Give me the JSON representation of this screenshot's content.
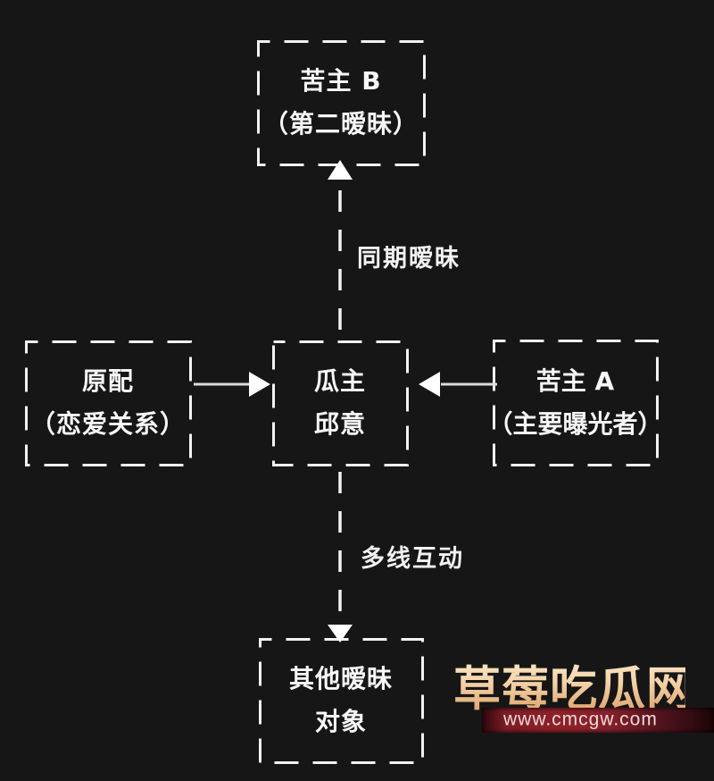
{
  "canvas": {
    "background": "#161616",
    "stroke_color": "#f2f2f2",
    "text_color": "#f7f7f7"
  },
  "nodes": {
    "victim_b": {
      "line1": "苦主 B",
      "line2": "（第二暧昧）"
    },
    "original_partner": {
      "line1": "原配",
      "line2": "（恋爱关系）"
    },
    "melon_owner": {
      "line1": "瓜主",
      "line2": "邱意"
    },
    "victim_a": {
      "line1": "苦主 A",
      "line2": "（主要曝光者）"
    },
    "other_targets": {
      "line1": "其他暧昧",
      "line2": "对象"
    }
  },
  "edges": {
    "concurrent_label": "同期暧昧",
    "multiline_label": "多线互动"
  },
  "watermark": {
    "site_name": "草莓吃瓜网",
    "url": "www.cmcgw.com",
    "title_gradient_top": "#fcecd4",
    "title_gradient_bottom": "#d9995f",
    "bar_color": "#8e2129"
  }
}
